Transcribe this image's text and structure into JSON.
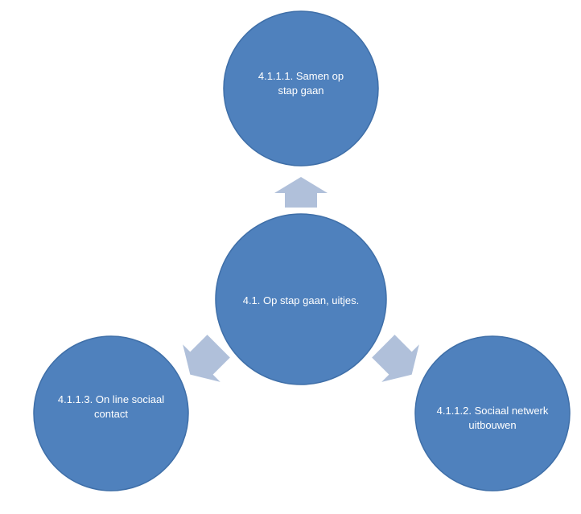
{
  "colors": {
    "node_fill": "#4f81bd",
    "node_stroke": "#3f6fa8",
    "arrow_fill": "#b0c0da"
  },
  "nodes": {
    "center": {
      "label": "4.1. Op stap gaan, uitjes."
    },
    "top": {
      "label": "4.1.1.1. Samen op stap gaan"
    },
    "right": {
      "label": "4.1.1.2. Sociaal netwerk uitbouwen"
    },
    "left": {
      "label": "4.1.1.3. On line sociaal contact"
    }
  }
}
